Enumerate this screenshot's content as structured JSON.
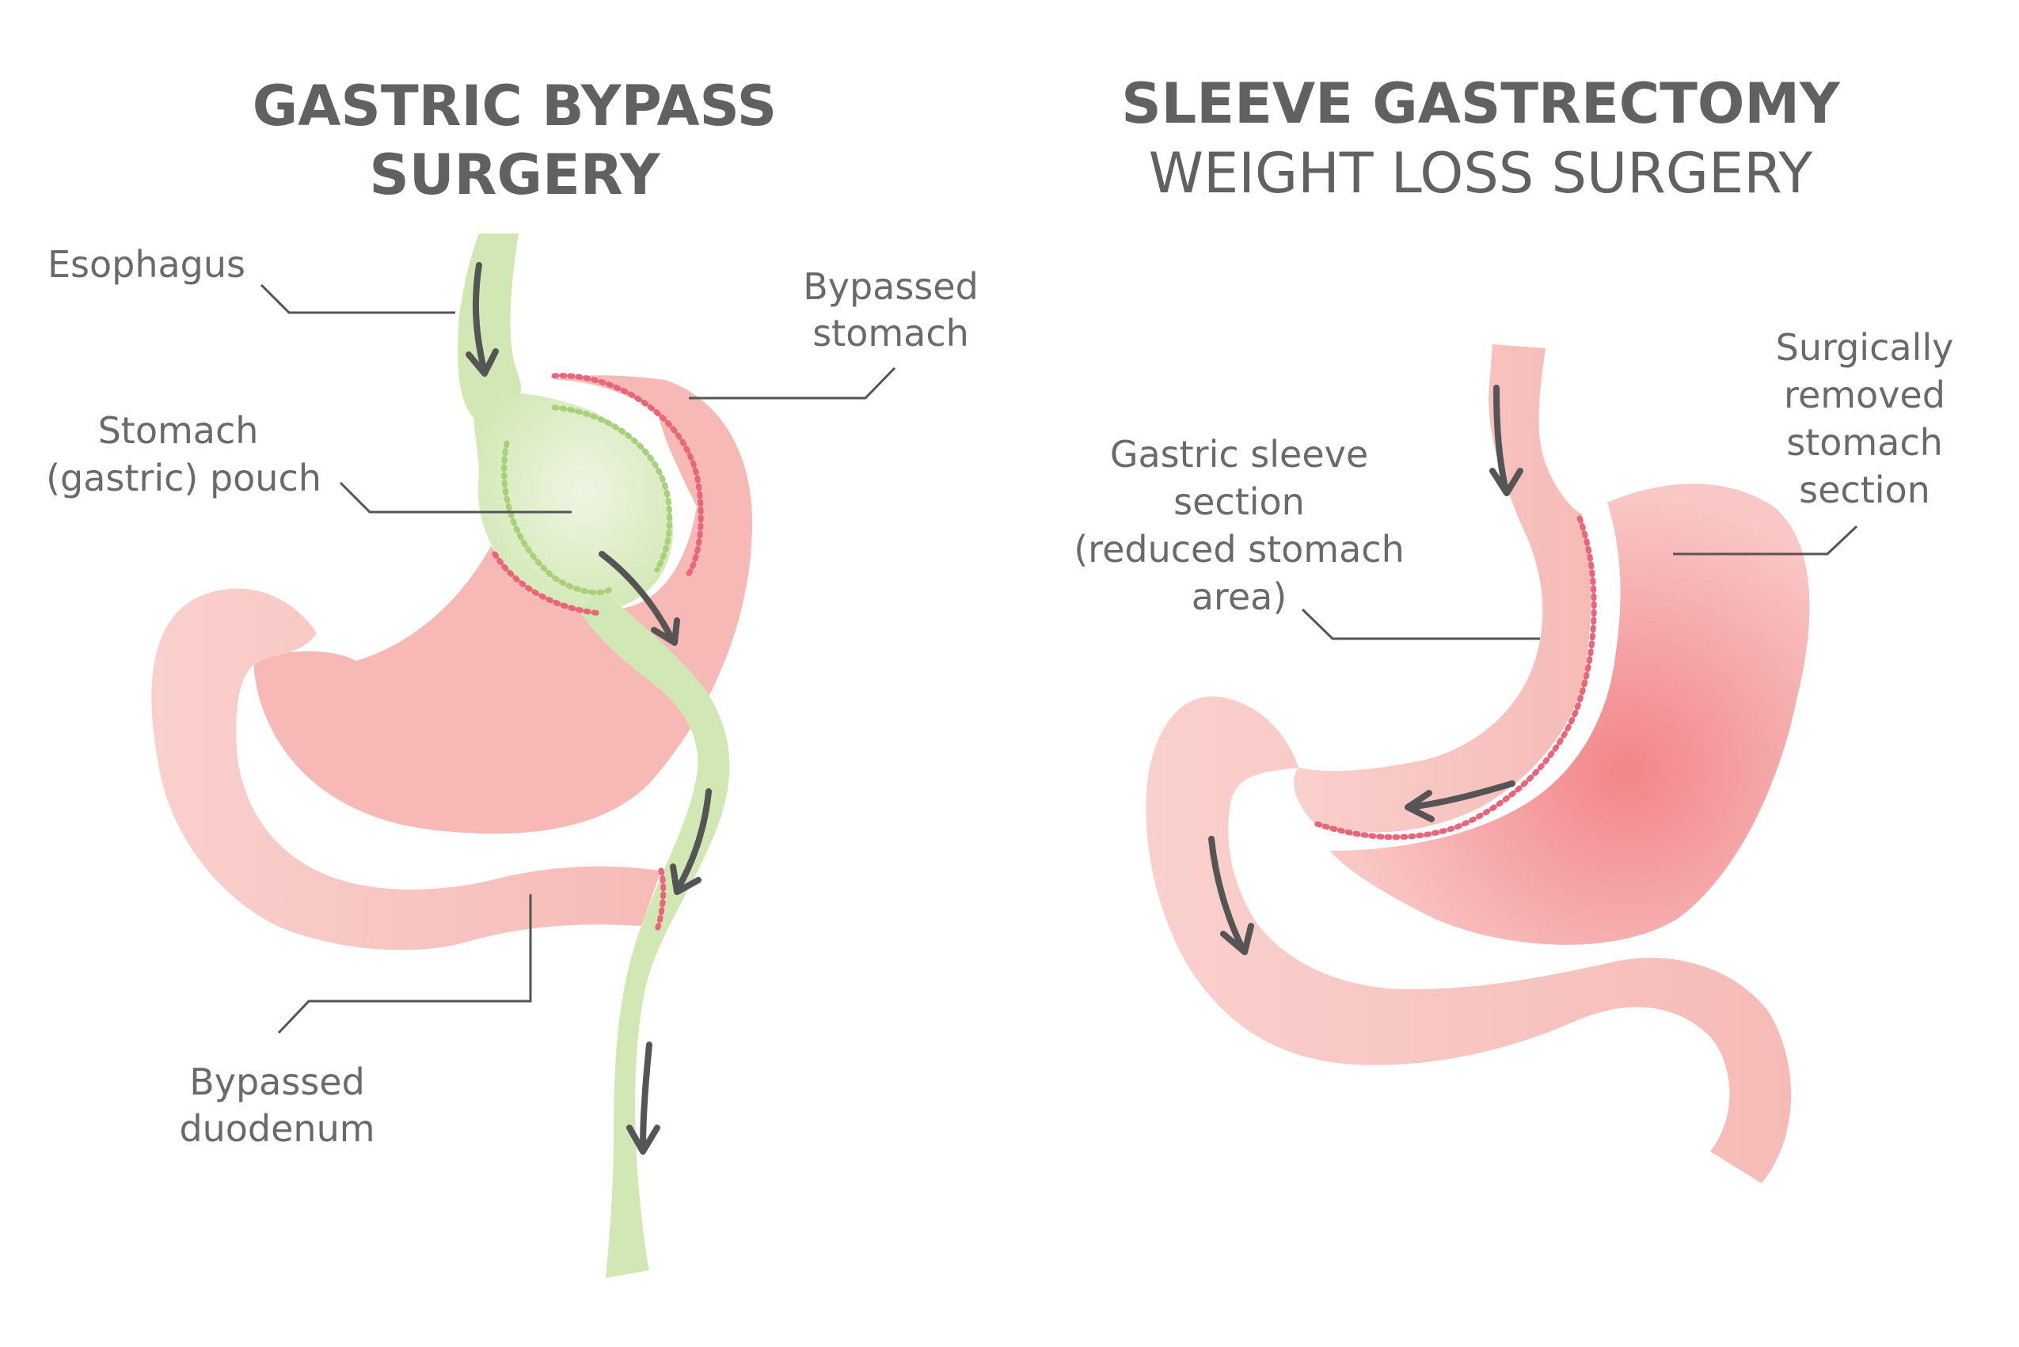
{
  "colors": {
    "stomach_pink": "#f7b9b5",
    "stomach_pink_light": "#f9cfcc",
    "removed_pink_center": "#f2858a",
    "bypass_green": "#d2e8b4",
    "bypass_green_light": "#e9f4dc",
    "suture_green": "#a9d07a",
    "suture_pink": "#e8657a",
    "text_gray": "#616161",
    "leader_gray": "#555555"
  },
  "gastric_bypass": {
    "title_line1": "GASTRIC BYPASS",
    "title_line2": "SURGERY",
    "labels": {
      "esophagus": "Esophagus",
      "bypassed_stomach_1": "Bypassed",
      "bypassed_stomach_2": "stomach",
      "pouch_1": "Stomach",
      "pouch_2": "(gastric) pouch",
      "duodenum_1": "Bypassed",
      "duodenum_2": "duodenum"
    }
  },
  "sleeve_gastrectomy": {
    "title_line1": "SLEEVE GASTRECTOMY",
    "title_line2": "WEIGHT LOSS SURGERY",
    "labels": {
      "sleeve_1": "Gastric sleeve",
      "sleeve_2": "section",
      "sleeve_3": "(reduced stomach",
      "sleeve_4": "area)",
      "removed_1": "Surgically",
      "removed_2": "removed",
      "removed_3": "stomach",
      "removed_4": "section"
    }
  }
}
